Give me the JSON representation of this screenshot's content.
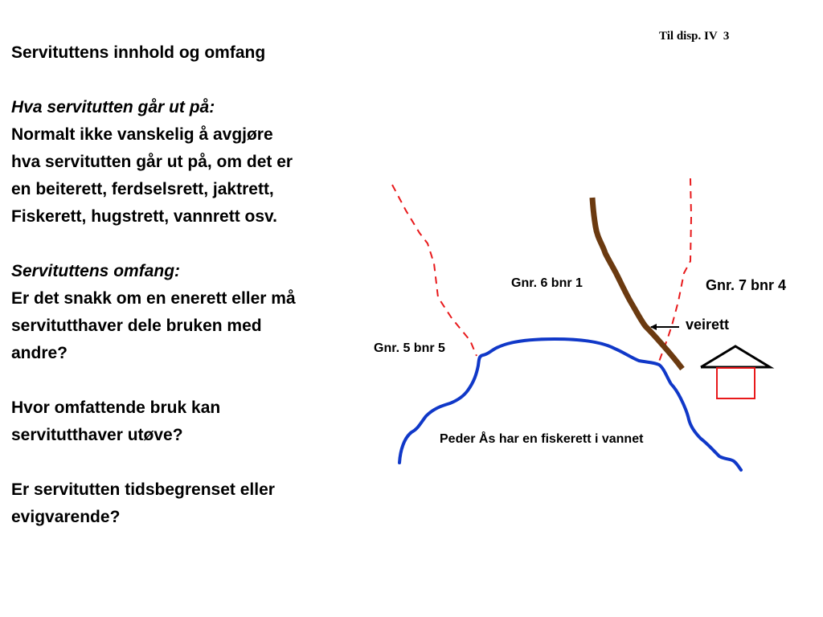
{
  "header": {
    "note": "Til disp. IV  3"
  },
  "text": {
    "title": "Servituttens innhold og omfang",
    "q1_heading": "Hva servitutten går ut på:",
    "q1_lines": [
      "Normalt ikke vanskelig å avgjøre",
      "hva servitutten går ut på, om det er",
      "en beiterett, ferdselsrett, jaktrett,",
      "Fiskerett, hugstrett, vannrett osv."
    ],
    "q2_heading": "Servituttens omfang:",
    "q2_lines": [
      "Er det snakk om en enerett eller må",
      "servitutthaver dele bruken med",
      "andre?"
    ],
    "q3_lines": [
      "Hvor omfattende bruk kan",
      "servitutthaver utøve?"
    ],
    "q4_lines": [
      "Er servitutten tidsbegrenset eller",
      "evigvarende?"
    ]
  },
  "map": {
    "properties": {
      "gnr6": "Gnr. 6 bnr 1",
      "gnr7": "Gnr. 7 bnr 4",
      "gnr5": "Gnr. 5 bnr 5"
    },
    "road_label": "veirett",
    "water_label": "Peder Ås har en fiskerett i vannet",
    "colors": {
      "boundary": "#e8191b",
      "water": "#1038c8",
      "road": "#6b3a10",
      "house_roof": "#000000",
      "house_body": "#e8191b",
      "arrow": "#000000"
    }
  }
}
